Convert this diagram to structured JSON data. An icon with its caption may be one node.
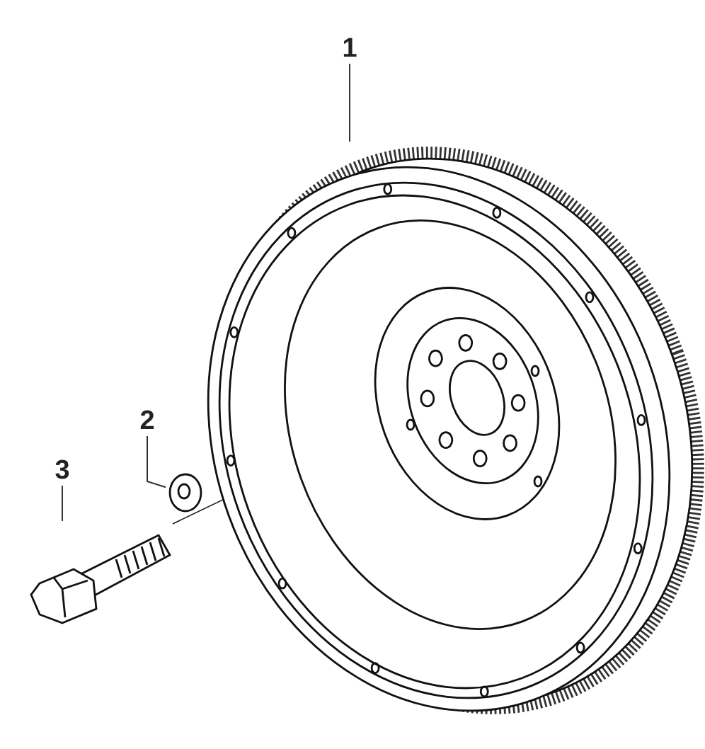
{
  "diagram": {
    "nodes": [
      {
        "text": [
          "1"
        ]
      },
      {
        "text": [
          "2"
        ]
      },
      {
        "text": [
          "3"
        ]
      },
      {
        "text": [],
        "shape": "picture"
      },
      {
        "text": [],
        "shape": "picture"
      },
      {
        "text": [],
        "shape": "picture"
      }
    ],
    "edges": [
      {
        "from": 0,
        "to": 3,
        "arrow": "none"
      },
      {
        "from": 1,
        "to": 4,
        "arrow": "none"
      },
      {
        "from": 2,
        "to": 5,
        "arrow": "none"
      }
    ]
  }
}
